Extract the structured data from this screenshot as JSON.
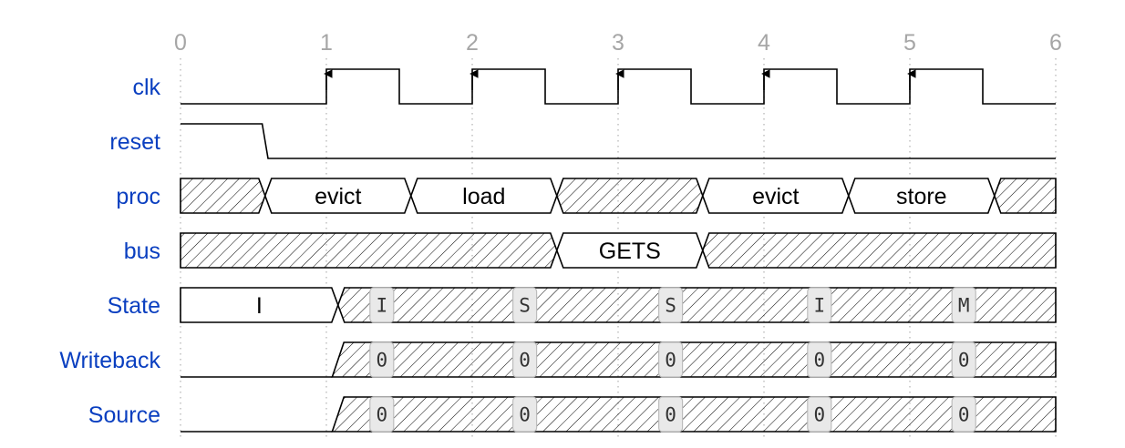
{
  "colors": {
    "signal_label": "#0a3fc0",
    "tick_label": "#a6a6a6",
    "line": "#000000",
    "grid": "#c4c4c4",
    "hatch": "#000000",
    "pill_fill": "#e9e9e9",
    "pill_stroke": "#bdbdbd"
  },
  "ticks": [
    "0",
    "1",
    "2",
    "3",
    "4",
    "5",
    "6"
  ],
  "signals": [
    {
      "name": "clk",
      "kind": "clock",
      "rising_edges": [
        1,
        2,
        3,
        4,
        5
      ],
      "high_periods": [
        [
          1,
          1.5
        ],
        [
          2,
          2.5
        ],
        [
          3,
          3.5
        ],
        [
          4,
          4.5
        ],
        [
          5,
          5.5
        ]
      ]
    },
    {
      "name": "reset",
      "kind": "level",
      "initial": "high",
      "fall_start": 0.56,
      "fall_end": 0.6
    },
    {
      "name": "proc",
      "kind": "bus",
      "segments": [
        {
          "start": 0,
          "end": 0.58,
          "value": "",
          "hatched": true
        },
        {
          "start": 0.58,
          "end": 1.58,
          "value": "evict",
          "hatched": false
        },
        {
          "start": 1.58,
          "end": 2.58,
          "value": "load",
          "hatched": false
        },
        {
          "start": 2.58,
          "end": 3.58,
          "value": "",
          "hatched": true
        },
        {
          "start": 3.58,
          "end": 4.58,
          "value": "evict",
          "hatched": false
        },
        {
          "start": 4.58,
          "end": 5.58,
          "value": "store",
          "hatched": false
        },
        {
          "start": 5.58,
          "end": 6,
          "value": "",
          "hatched": true
        }
      ]
    },
    {
      "name": "bus",
      "kind": "bus",
      "segments": [
        {
          "start": 0,
          "end": 2.58,
          "value": "",
          "hatched": true
        },
        {
          "start": 2.58,
          "end": 3.58,
          "value": "GETS",
          "hatched": false
        },
        {
          "start": 3.58,
          "end": 6,
          "value": "",
          "hatched": true
        }
      ]
    },
    {
      "name": "State",
      "kind": "bus",
      "segments": [
        {
          "start": 0,
          "end": 1.08,
          "value": "I",
          "hatched": false
        },
        {
          "start": 1.08,
          "end": 6,
          "value": "",
          "hatched": true
        }
      ],
      "markers": [
        {
          "t": 1.38,
          "value": "I"
        },
        {
          "t": 2.36,
          "value": "S"
        },
        {
          "t": 3.36,
          "value": "S"
        },
        {
          "t": 4.38,
          "value": "I"
        },
        {
          "t": 5.37,
          "value": "M"
        }
      ]
    },
    {
      "name": "Writeback",
      "kind": "level_to_hatch",
      "rise_start": 1.04,
      "rise_end": 1.12,
      "markers": [
        {
          "t": 1.38,
          "value": "0"
        },
        {
          "t": 2.36,
          "value": "0"
        },
        {
          "t": 3.36,
          "value": "0"
        },
        {
          "t": 4.38,
          "value": "0"
        },
        {
          "t": 5.37,
          "value": "0"
        }
      ]
    },
    {
      "name": "Source",
      "kind": "level_to_hatch",
      "rise_start": 1.04,
      "rise_end": 1.12,
      "markers": [
        {
          "t": 1.38,
          "value": "0"
        },
        {
          "t": 2.36,
          "value": "0"
        },
        {
          "t": 3.36,
          "value": "0"
        },
        {
          "t": 4.38,
          "value": "0"
        },
        {
          "t": 5.37,
          "value": "0"
        }
      ]
    }
  ]
}
